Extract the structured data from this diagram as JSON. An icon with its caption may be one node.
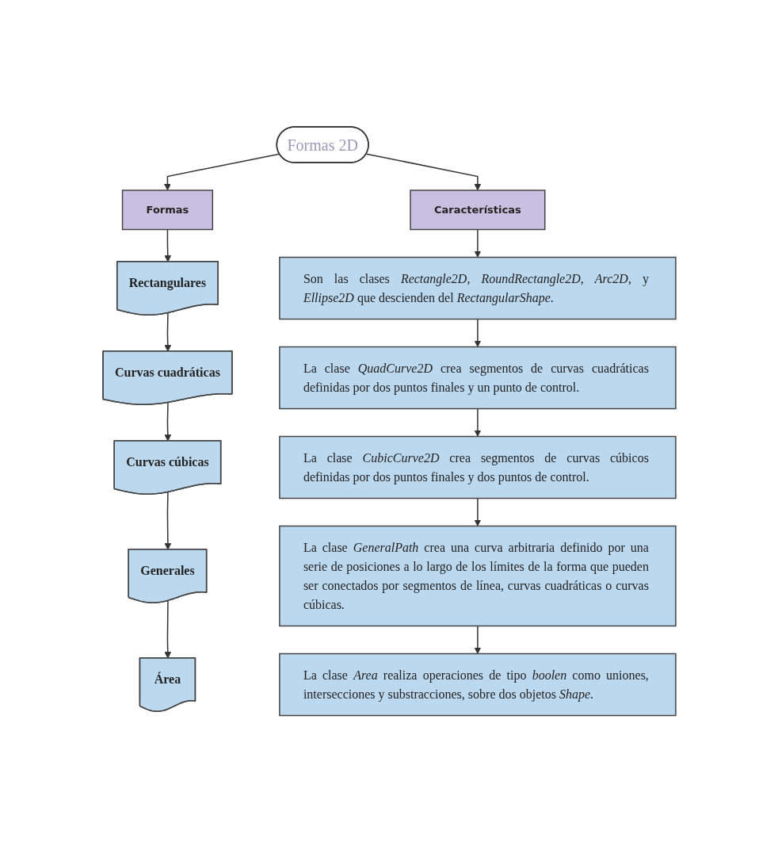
{
  "diagram": {
    "nodes": [
      {
        "text": [
          "Formas 2D"
        ]
      },
      {
        "text": [
          "Formas"
        ]
      },
      {
        "text": [
          "Características"
        ]
      },
      {
        "text": [
          "Rectangulares"
        ]
      },
      {
        "text": [
          "Curvas cuadráticas"
        ]
      },
      {
        "text": [
          "Curvas cúbicas"
        ]
      },
      {
        "text": [
          "Generales"
        ]
      },
      {
        "text": [
          "Área"
        ]
      },
      {
        "text": [
          "Son las clases *Rectangle2D*, *RoundRectangle2D*, *Arc2D*, y *Ellipse2D* que descienden del *RectangularShape*."
        ]
      },
      {
        "text": [
          "La clase *QuadCurve2D* crea segmentos de curvas cuadráticas definidas por dos puntos finales y un punto de control."
        ]
      },
      {
        "text": [
          "La clase *CubicCurve2D* crea segmentos de curvas cúbicos definidas por dos puntos finales y dos puntos de control."
        ]
      },
      {
        "text": [
          "La clase *GeneralPath* crea una curva arbitraria definido por una serie de posiciones a lo largo de los límites de la forma que pueden ser conectados por segmentos de línea, curvas cuadráticas o curvas cúbicas."
        ]
      },
      {
        "text": [
          "La clase *Area* realiza operaciones de tipo *boolen* como uniones, intersecciones y substracciones, sobre dos objetos *Shape*."
        ]
      }
    ],
    "edges": [
      {
        "from": 0,
        "to": 1,
        "arrow": "to"
      },
      {
        "from": 0,
        "to": 2,
        "arrow": "to"
      },
      {
        "from": 1,
        "to": 3,
        "arrow": "to"
      },
      {
        "from": 3,
        "to": 4,
        "arrow": "to"
      },
      {
        "from": 4,
        "to": 5,
        "arrow": "to"
      },
      {
        "from": 5,
        "to": 6,
        "arrow": "to"
      },
      {
        "from": 6,
        "to": 7,
        "arrow": "to"
      },
      {
        "from": 2,
        "to": 8,
        "arrow": "to"
      },
      {
        "from": 8,
        "to": 9,
        "arrow": "to"
      },
      {
        "from": 9,
        "to": 10,
        "arrow": "to"
      },
      {
        "from": 10,
        "to": 11,
        "arrow": "to"
      },
      {
        "from": 11,
        "to": 12,
        "arrow": "to"
      }
    ]
  }
}
